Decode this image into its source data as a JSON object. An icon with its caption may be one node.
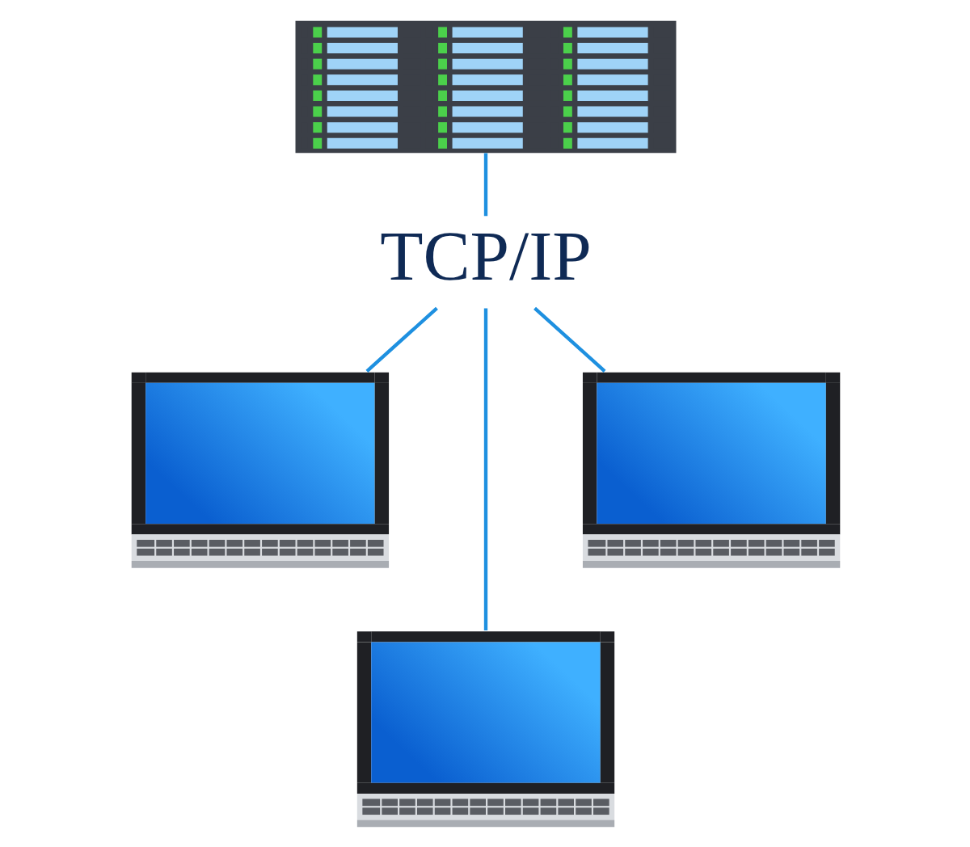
{
  "diagram": {
    "nodes": [
      {
        "text": [],
        "shape": "picture"
      },
      {
        "text": [
          "TCP/IP"
        ]
      },
      {
        "text": [],
        "shape": "picture"
      },
      {
        "text": [],
        "shape": "picture"
      },
      {
        "text": [],
        "shape": "picture"
      }
    ],
    "edges": [
      {
        "from": 0,
        "to": 1,
        "arrow": "none"
      },
      {
        "from": 1,
        "to": 2,
        "arrow": "none"
      },
      {
        "from": 1,
        "to": 3,
        "arrow": "none"
      },
      {
        "from": 1,
        "to": 4,
        "arrow": "none"
      }
    ]
  }
}
